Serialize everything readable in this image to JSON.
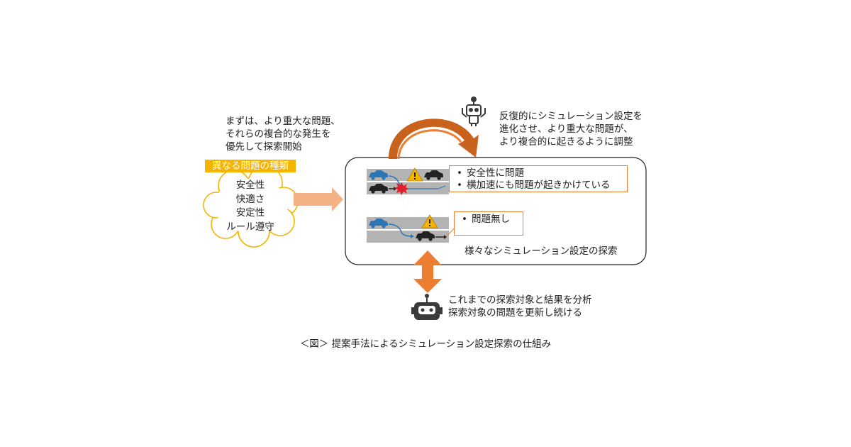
{
  "left_note": [
    "まずは、より重大な問題、",
    "それらの複合的な発生を",
    "優先して探索開始"
  ],
  "problem_types": {
    "label": "異なる問題の種類",
    "items": [
      "安全性",
      "快適さ",
      "安定性",
      "ルール遵守"
    ]
  },
  "top_note": [
    "反復的にシミュレーション設定を",
    "進化させ、より重大な問題が、",
    "より複合的に起きるように調整"
  ],
  "scenario1": {
    "results": [
      "安全性に問題",
      "横加速にも問題が起きかけている"
    ]
  },
  "scenario2": {
    "results": [
      "問題無し"
    ]
  },
  "panel_label": "様々なシミュレーション設定の探索",
  "bottom_note": [
    "これまでの探索対象と結果を分析",
    "探索対象の問題を更新し続ける"
  ],
  "caption": "＜図＞ 提案手法によるシミュレーション設定探索の仕組み",
  "colors": {
    "orange": "#ed7d31",
    "light_orange": "#f4b183",
    "yellow": "#f5b400",
    "blue_car": "#2e75b6",
    "road": "#b4b4b4",
    "crash": "#e0202a",
    "warning": "#f5b400"
  },
  "icons": [
    "robot-icon",
    "robot-head-icon",
    "car-icon",
    "warning-icon",
    "crash-icon"
  ]
}
